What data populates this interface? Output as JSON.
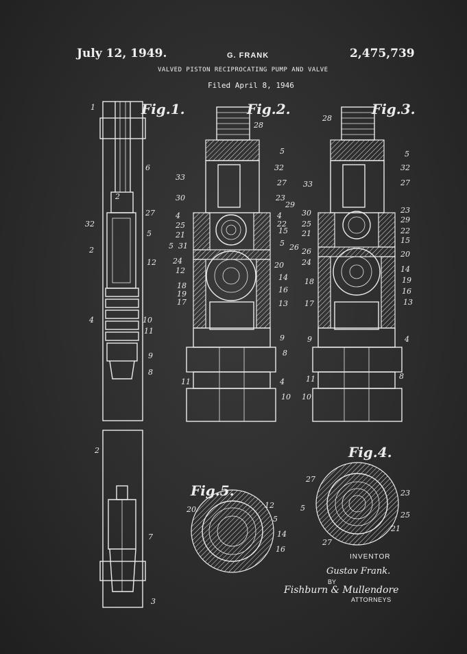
{
  "header": {
    "date": "July 12, 1949.",
    "inventor_head": "G. FRANK",
    "patent_number": "2,475,739",
    "title": "VALVED PISTON RECIPROCATING PUMP AND VALVE",
    "filed": "Filed April 8, 1946"
  },
  "figures": {
    "fig1": "Fig.1.",
    "fig2": "Fig.2.",
    "fig3": "Fig.3.",
    "fig4": "Fig.4.",
    "fig5": "Fig.5."
  },
  "signature": {
    "inventor_label": "INVENTOR",
    "inventor_name": "Gustav Frank.",
    "by": "BY",
    "attorneys_signature": "Fishburn & Mullendore",
    "attorneys_label": "ATTORNEYS"
  },
  "reference_numerals": {
    "fig1": [
      "1",
      "6",
      "2",
      "27",
      "32",
      "5",
      "2",
      "12",
      "4",
      "10",
      "11",
      "9",
      "8",
      "2",
      "7",
      "3"
    ],
    "fig2": [
      "28",
      "5",
      "33",
      "32",
      "27",
      "30",
      "23",
      "29",
      "4",
      "4",
      "25",
      "22",
      "21",
      "15",
      "5",
      "31",
      "5",
      "26",
      "24",
      "12",
      "20",
      "14",
      "18",
      "19",
      "16",
      "17",
      "13",
      "9",
      "8",
      "11",
      "4",
      "10"
    ],
    "fig3": [
      "28",
      "5",
      "32",
      "33",
      "27",
      "30",
      "23",
      "25",
      "29",
      "21",
      "22",
      "15",
      "26",
      "24",
      "20",
      "18",
      "14",
      "19",
      "16",
      "17",
      "13",
      "9",
      "4",
      "11",
      "8",
      "10"
    ],
    "fig4": [
      "27",
      "23",
      "5",
      "25",
      "21",
      "27"
    ],
    "fig5": [
      "20",
      "12",
      "5",
      "14",
      "16"
    ]
  },
  "colors": {
    "background": "#2c2c2c",
    "ink": "#ececec"
  }
}
